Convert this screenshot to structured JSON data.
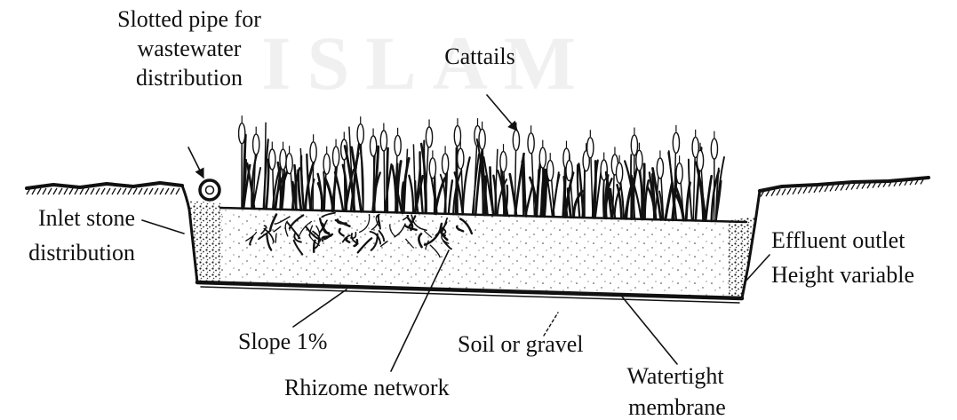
{
  "diagram": {
    "labels": {
      "slotted_pipe": [
        "Slotted pipe for",
        "wastewater",
        "distribution"
      ],
      "cattails": "Cattails",
      "inlet_stone": [
        "Inlet stone",
        "distribution"
      ],
      "effluent_outlet": [
        "Effluent outlet",
        "Height variable"
      ],
      "slope": "Slope 1%",
      "soil": "Soil or gravel",
      "rhizome": "Rhizome network",
      "membrane": [
        "Watertight",
        "membrane"
      ]
    }
  },
  "watermark": {
    "text": "ISLAM"
  },
  "colors": {
    "ink": "#111111",
    "background": "#ffffff",
    "watermark": "#f0f0f0"
  }
}
